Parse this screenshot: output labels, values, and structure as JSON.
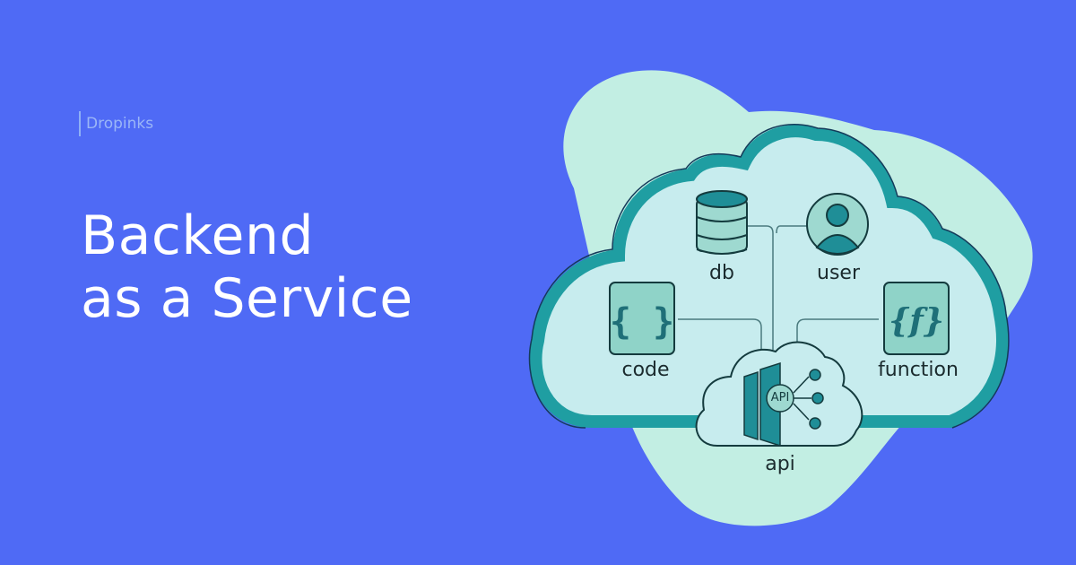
{
  "brand": {
    "name": "Dropinks"
  },
  "title": {
    "line1": "Backend",
    "line2": "as a Service"
  },
  "diagram": {
    "nodes": [
      {
        "id": "db",
        "label": "db",
        "icon": "database-icon"
      },
      {
        "id": "user",
        "label": "user",
        "icon": "user-icon"
      },
      {
        "id": "code",
        "label": "code",
        "icon": "curly-braces-icon"
      },
      {
        "id": "function",
        "label": "function",
        "icon": "function-braces-icon"
      },
      {
        "id": "api",
        "label": "api",
        "icon": "api-gateway-icon",
        "badge": "API"
      }
    ]
  },
  "colors": {
    "background": "#4f6af5",
    "back_cloud": "#c2eee3",
    "cloud_fill": "#c7ecee",
    "cloud_border": "#1f9ea2",
    "icon_teal": "#1f8e97",
    "icon_light": "#9ed9d0",
    "text_dark": "#1b2b2e"
  }
}
